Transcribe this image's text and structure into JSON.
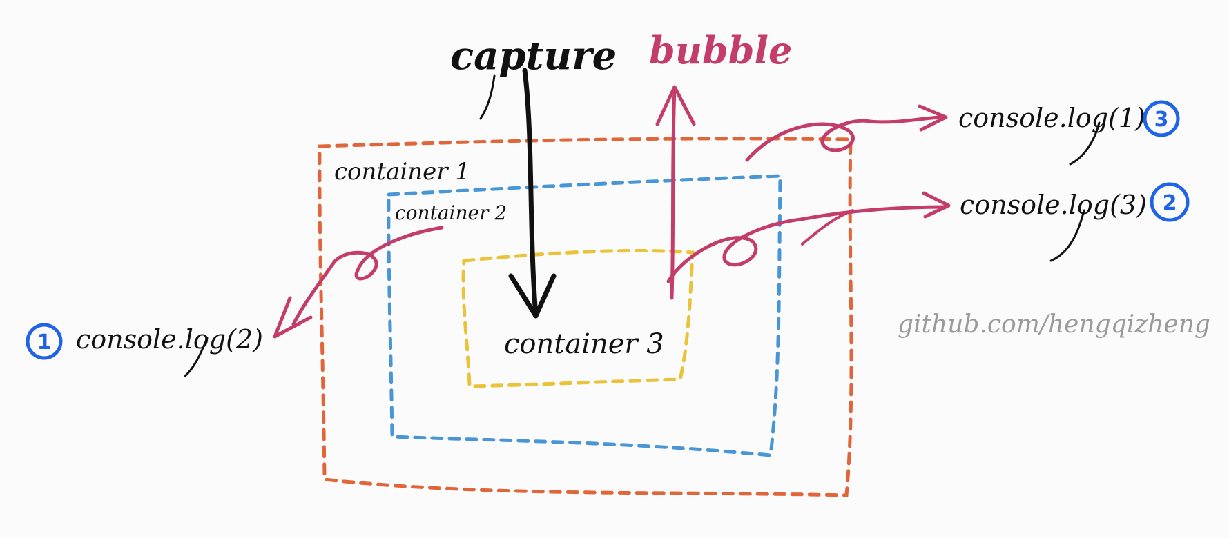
{
  "titles": {
    "capture": "capture",
    "bubble": "bubble"
  },
  "containers": [
    {
      "label": "container 1",
      "color": "#e0663a"
    },
    {
      "label": "container 2",
      "color": "#4896d6"
    },
    {
      "label": "container 3",
      "color": "#e9c33a"
    }
  ],
  "logs": [
    {
      "text": "console.log(1)",
      "step": "3"
    },
    {
      "text": "console.log(3)",
      "step": "2"
    },
    {
      "text": "console.log(2)",
      "step": "1"
    }
  ],
  "watermark": "github.com/hengqizheng",
  "colors": {
    "capture_arrow": "#111111",
    "bubble_arrow": "#c43d6a",
    "step_badge": "#1f63e6"
  }
}
